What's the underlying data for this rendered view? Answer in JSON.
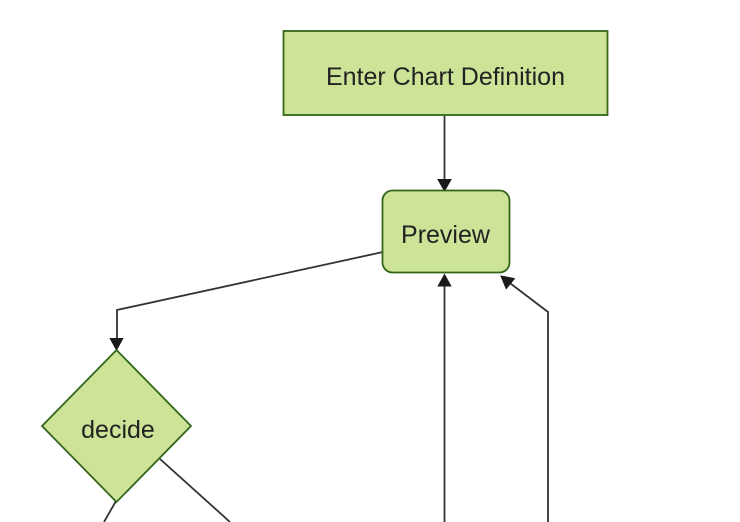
{
  "diagram": {
    "type": "flowchart",
    "orientation": "top-down",
    "nodes": [
      {
        "id": "enter-chart-definition",
        "label": "Enter Chart Definition",
        "shape": "rectangle"
      },
      {
        "id": "preview",
        "label": "Preview",
        "shape": "rounded-rectangle"
      },
      {
        "id": "decide",
        "label": "decide",
        "shape": "diamond"
      }
    ],
    "edges": [
      {
        "from": "enter-chart-definition",
        "to": "preview",
        "arrow": "true"
      },
      {
        "from": "preview",
        "to": "decide",
        "arrow": "true"
      },
      {
        "from": "offscreen-bottom-center",
        "to": "preview",
        "arrow": "true"
      },
      {
        "from": "offscreen-bottom-right",
        "to": "preview",
        "arrow": "true"
      },
      {
        "from": "decide",
        "to": "offscreen-bottom-left",
        "arrow": "cut-off"
      },
      {
        "from": "decide",
        "to": "offscreen-bottom-right",
        "arrow": "cut-off"
      }
    ],
    "colors": {
      "background": "#ffffff",
      "node_fill": "#cde498",
      "node_border": "#33661a",
      "edge_line": "#333333",
      "arrowhead": "#1a1a1a",
      "label_text": "#222222"
    }
  }
}
